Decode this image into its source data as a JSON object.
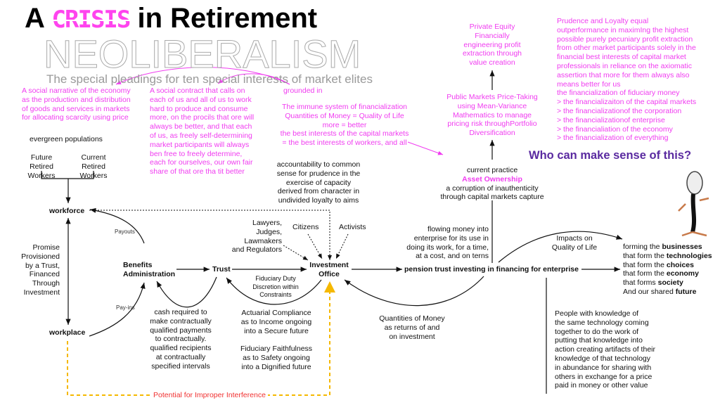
{
  "title": {
    "prefix": "A",
    "highlight": "CRISIS",
    "suffix": "in Retirement"
  },
  "watermark": "NEOLIBERALISM",
  "subtitle": "The special pleadings for ten special interests of market elites",
  "pink": {
    "narrative": [
      "A social narrative of the economy",
      "as the production and distribution",
      "of goods and services  in markets",
      "for allocating scarcity using price"
    ],
    "contract": [
      "A social contract that calls on",
      "each of us and all of us to work",
      "hard to produce and consume",
      "more, on the procils that ore will",
      "always be better, and that each",
      "of us, as freely self-determining",
      "market participants will always",
      "ben free to freely determine,",
      "each for ourselves, our own fair",
      "share of that ore tha tit better"
    ],
    "grounded": "grounded in",
    "immune": [
      "The immune system of financialization",
      "Quantities of Money = Quality of Life",
      "more = better",
      "the best interests of the capital markets",
      "= the best interests of workers, and all"
    ],
    "private_equity": [
      "Private Equity",
      "Financially",
      "engineering profit",
      "extraction through",
      "value creation"
    ],
    "public_markets": [
      "Public Markets Price-Taking",
      "using Mean-Variance",
      "Mathematics to manage",
      "pricing risk throughPortfolio",
      "Diversification"
    ],
    "prudence": [
      "Prudence and Loyalty equal",
      "outperformance in maximIng the highest",
      "possible purely pecuniary profit extraction",
      "from other market participants solely in the",
      "financial best interests of capital market",
      "professionals in reliance on the axiomatic",
      "assertion that more for them always also",
      "means better for us",
      "the financialization of fiduciary money",
      "> the financializaiton of the capital markets",
      "> the financializationof the corporation",
      "> the financializationof enterprise",
      "> the financialiation of the economy",
      "> the financialization of everything"
    ]
  },
  "asset": {
    "top": "current practice",
    "highlight": "Asset Ownership",
    "lines": [
      "a corruption of inauthenticity",
      "through capital markets capture"
    ]
  },
  "who": "Who can make sense of this?",
  "populations": {
    "label": "evergreen populations",
    "future": [
      "Future",
      "Retired",
      "Workers"
    ],
    "current": [
      "Current",
      "Retired",
      "Workers"
    ]
  },
  "nodes": {
    "workforce": "workforce",
    "workplace": "workplace",
    "benefits": [
      "Benefits",
      "Administration"
    ],
    "trust": "Trust",
    "investment": [
      "Investment",
      "Office"
    ],
    "pension": "pension trust investing in financing for enterprise"
  },
  "labels": {
    "payouts": "Payouts",
    "payins": "Pay-ins",
    "promise": [
      "Promise",
      "Provisioned",
      "by a Trust,",
      "Financed",
      "Through",
      "Investment"
    ],
    "accountability": [
      "accountability to common",
      "sense for prudence in the",
      "exercise of capacity",
      "derived from character in",
      "undivided loyalty to aims"
    ],
    "lawyers": [
      "Lawyers,",
      "Judges,",
      "Lawmakers",
      "and Regulators"
    ],
    "citizens": "Citizens",
    "activists": "Activists",
    "fiduciary": [
      "Fiduciary Duty",
      "Discretion within",
      "Constraints"
    ],
    "cash": [
      "cash required to",
      "make contractually",
      "qualified payments",
      "to contractually.",
      "qualified recipients",
      "at contractually",
      "specified intervals"
    ],
    "actuarial": [
      "Actuarial Compliance",
      "as to Income ongoing",
      "into a Secure future"
    ],
    "faithfulness": [
      "Fiduciary Faithfulness",
      "as to Safety ongoing",
      "into a Dignified future"
    ],
    "potential": "Potential for Improper Interference",
    "flowing": [
      "flowing money into",
      "enterprise for its use in",
      "doing its work, for a time,",
      "at a cost, and on terns"
    ],
    "quantities": [
      "Quantities of Money",
      "as returns of and",
      "on investment"
    ],
    "impacts": [
      "Impacts on",
      "Quality of Life"
    ],
    "people": [
      "People with knowledge of",
      "the same technology coming",
      "together to do the work of",
      "putting that knowledge into",
      "action creating artifacts of their",
      "knowledge of that technology",
      "in abundance for sharing with",
      "others in exchange for a price",
      "paid in money or other value"
    ]
  },
  "forming": [
    {
      "pre": "forming the ",
      "bold": "businesses"
    },
    {
      "pre": "that form the ",
      "bold": "technologies"
    },
    {
      "pre": "that form the ",
      "bold": "choices"
    },
    {
      "pre": "that form the ",
      "bold": "economy"
    },
    {
      "pre": "that forms ",
      "bold": "society"
    },
    {
      "pre": "And our shared ",
      "bold": "future"
    }
  ],
  "colors": {
    "pink": "#f03cf0",
    "yellow": "#f5b800",
    "red": "#f03030",
    "purple": "#5a2aa0"
  }
}
